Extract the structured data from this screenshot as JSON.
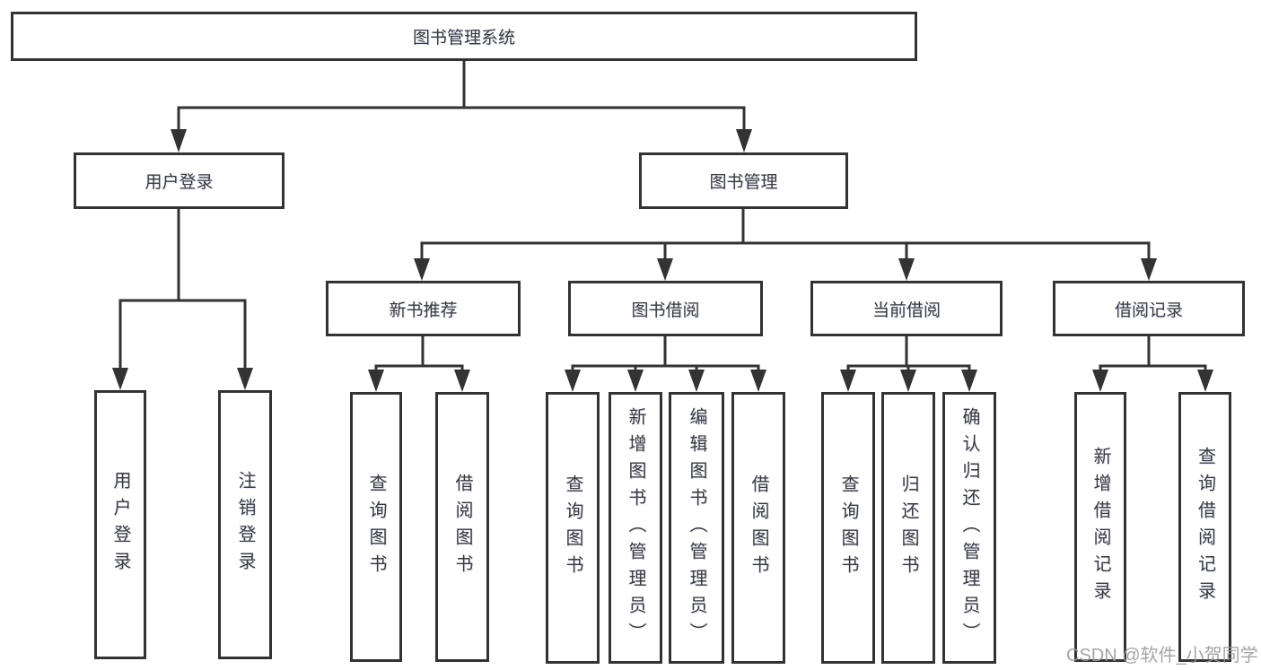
{
  "nodes": {
    "root": "图书管理系统",
    "user_login": "用户登录",
    "book_mgmt": "图书管理",
    "new_book_rec": "新书推荐",
    "book_borrow": "图书借阅",
    "current_borrow": "当前借阅",
    "borrow_record": "借阅记录",
    "ul_login": "用户登录",
    "ul_logout": "注销登录",
    "nb_query": "查询图书",
    "nb_borrow": "借阅图书",
    "bb_query": "查询图书",
    "bb_add": "新增图书（管理员）",
    "bb_edit": "编辑图书（管理员）",
    "bb_borrow": "借阅图书",
    "cb_query": "查询图书",
    "cb_return": "归还图书",
    "cb_confirm": "确认归还（管理员）",
    "br_add": "新增借阅记录",
    "br_query": "查询借阅记录"
  },
  "tree": {
    "root": "图书管理系统",
    "children": [
      {
        "label": "用户登录",
        "children": [
          "用户登录",
          "注销登录"
        ]
      },
      {
        "label": "图书管理",
        "children": [
          {
            "label": "新书推荐",
            "children": [
              "查询图书",
              "借阅图书"
            ]
          },
          {
            "label": "图书借阅",
            "children": [
              "查询图书",
              "新增图书（管理员）",
              "编辑图书（管理员）",
              "借阅图书"
            ]
          },
          {
            "label": "当前借阅",
            "children": [
              "查询图书",
              "归还图书",
              "确认归还（管理员）"
            ]
          },
          {
            "label": "借阅记录",
            "children": [
              "新增借阅记录",
              "查询借阅记录"
            ]
          }
        ]
      }
    ]
  },
  "watermark": "CSDN @软件_小贺同学",
  "colors": {
    "line": "#333333",
    "text": "#3a3a3a",
    "watermark": "#9b9b9b",
    "background": "#ffffff"
  }
}
